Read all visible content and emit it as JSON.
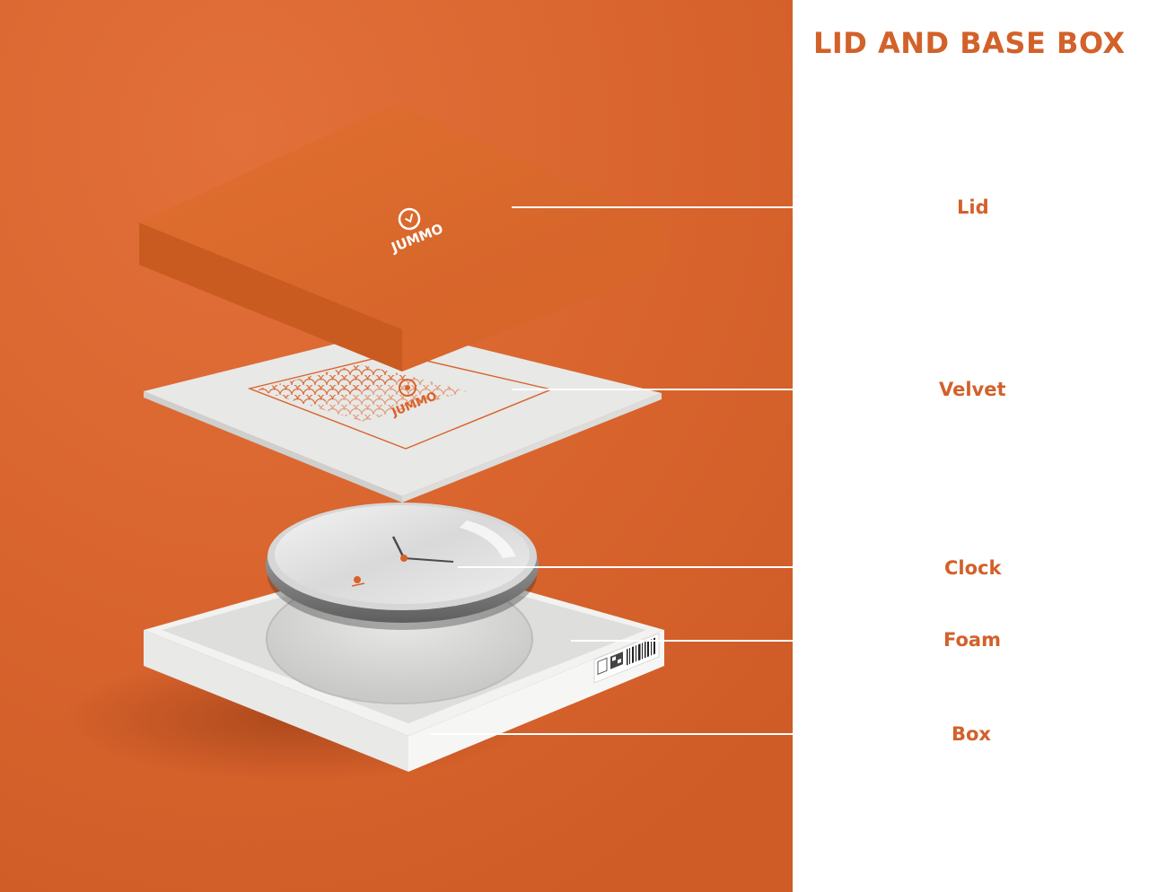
{
  "title": "LID AND BASE BOX",
  "colors": {
    "background_panel": "#d9642e",
    "accent_text": "#d2612a",
    "lid_top": "#db6a2c",
    "lid_side": "#c75a1f",
    "velvet": "#e7e7e5",
    "foam": "#dcdcda",
    "clock_bezel": "#8e8e8e",
    "leader_line": "#ffffff"
  },
  "brand": {
    "logo_text": "JUMMO"
  },
  "parts": [
    {
      "id": "lid",
      "label": "Lid"
    },
    {
      "id": "velvet",
      "label": "Velvet"
    },
    {
      "id": "clock",
      "label": "Clock"
    },
    {
      "id": "foam",
      "label": "Foam"
    },
    {
      "id": "box",
      "label": "Box"
    }
  ]
}
